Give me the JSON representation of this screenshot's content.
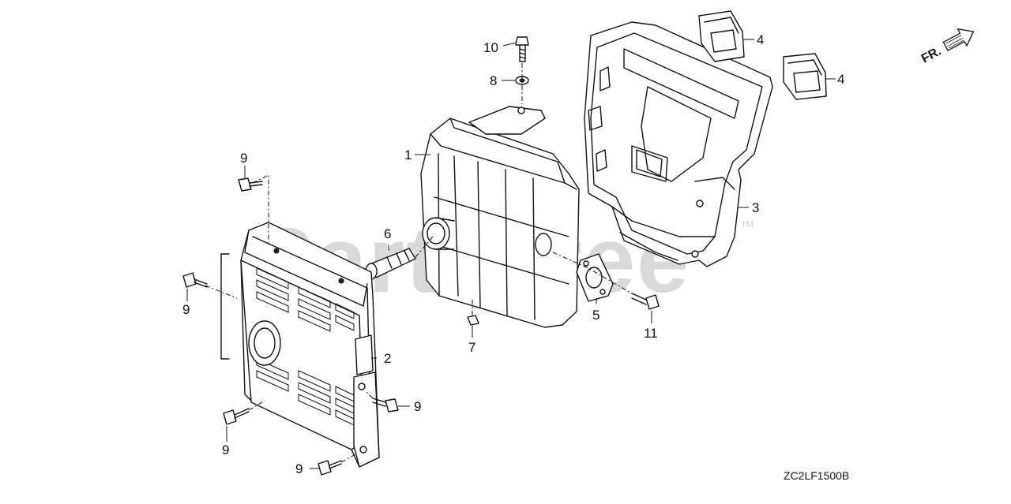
{
  "watermark": {
    "text": "PartsTree",
    "tm": "TM"
  },
  "direction_label": "FR.",
  "diagram_code": "ZC2LF1500B",
  "parts": {
    "p1": "1",
    "p2": "2",
    "p3": "3",
    "p4a": "4",
    "p4b": "4",
    "p5": "5",
    "p6": "6",
    "p7": "7",
    "p8": "8",
    "p9a": "9",
    "p9b": "9",
    "p9c": "9",
    "p9d": "9",
    "p9e": "9",
    "p10": "10",
    "p11": "11"
  }
}
